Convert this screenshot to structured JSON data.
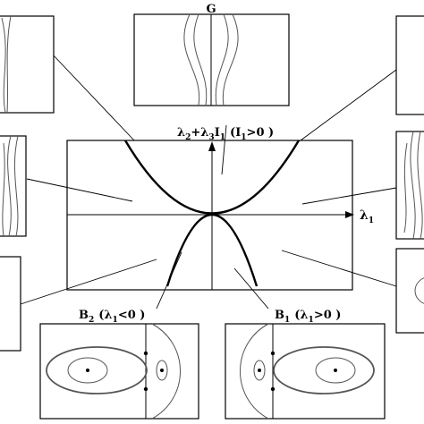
{
  "labels": {
    "top_panel": "G",
    "axis_vertical": "λ",
    "axis_vertical_sub1": "2",
    "axis_vertical_plus1": "+",
    "axis_vertical_lambda3": "λ",
    "axis_vertical_sub3": "3",
    "axis_vertical_I": "I",
    "axis_vertical_I_sub": "1",
    "axis_vertical_condition": "(I",
    "axis_vertical_condition_sub": "1",
    "axis_vertical_condition_tail": ">0 )",
    "axis_horizontal": "λ",
    "axis_horizontal_sub": "1",
    "bottom_left": "B",
    "bottom_left_sub": "2",
    "bottom_left_cond": "(λ",
    "bottom_left_cond_sub": "1",
    "bottom_left_cond_tail": "<0 )",
    "bottom_right": "B",
    "bottom_right_sub": "1",
    "bottom_right_cond": "(λ",
    "bottom_right_cond_sub": "1",
    "bottom_right_cond_tail": ">0 )"
  },
  "colors": {
    "line": "#000000",
    "curve_heavy": "#000000",
    "orbit": "#555555"
  }
}
